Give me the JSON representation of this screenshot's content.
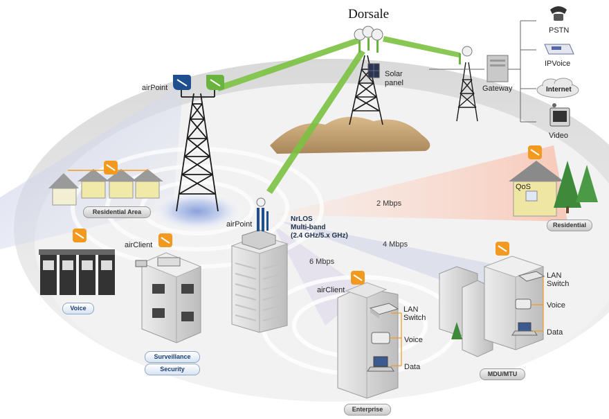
{
  "network": {
    "title": "Dorsale",
    "solar_label": [
      "Solar",
      "panel"
    ],
    "gateway_label": "Gateway",
    "services": [
      {
        "id": "pstn",
        "label": "PSTN",
        "icon": "phone-icon"
      },
      {
        "id": "ipvoice",
        "label": "IPVoice",
        "icon": "ip-phone-icon"
      },
      {
        "id": "internet",
        "label": "Internet",
        "icon": "cloud-icon"
      },
      {
        "id": "video",
        "label": "Video",
        "icon": "television-icon"
      }
    ],
    "airpoint_top": "airPoint",
    "airpoint_center": "airPoint",
    "band_info": [
      "NrLOS",
      "Multi-band",
      "(2.4 GHz/5.x GHz)"
    ],
    "rates": {
      "residential": "2 Mbps",
      "mdu": "4 Mbps",
      "enterprise": "6 Mbps"
    },
    "qos_label": "QoS",
    "airclient_surveillance": "airClient",
    "airclient_enterprise": "airClient",
    "enterprise_labels": {
      "switch": [
        "LAN",
        "Switch"
      ],
      "voice": "Voice",
      "data": "Data"
    },
    "mdu_labels": {
      "switch": [
        "LAN",
        "Switch"
      ],
      "voice": "Voice",
      "data": "Data"
    },
    "pills": {
      "residential_area": "Residential Area",
      "residential": "Residential",
      "voice": "Voice",
      "surveillance": "Surveillance",
      "security": "Security",
      "enterprise": "Enterprise",
      "mdu": "MDU/MTU"
    },
    "colors": {
      "link": "#7cc242",
      "airpoint_blue": "#1f4f8f",
      "airpoint_green": "#6ab33e",
      "cpe_orange": "#f29a1f"
    }
  }
}
